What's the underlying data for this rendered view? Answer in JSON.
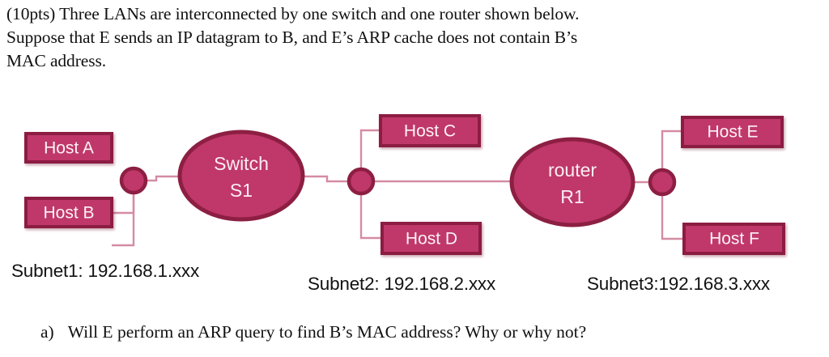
{
  "problem": {
    "lines": [
      "(10pts) Three LANs are interconnected by one switch and one router shown below.",
      "Suppose that E sends an IP datagram to B, and E’s ARP cache does not contain B’s",
      "MAC address."
    ]
  },
  "diagram": {
    "hosts": [
      {
        "id": "host-a",
        "label": "Host A"
      },
      {
        "id": "host-b",
        "label": "Host B"
      },
      {
        "id": "host-c",
        "label": "Host C"
      },
      {
        "id": "host-d",
        "label": "Host D"
      },
      {
        "id": "host-e",
        "label": "Host E"
      },
      {
        "id": "host-f",
        "label": "Host F"
      }
    ],
    "switch": {
      "line1": "Switch",
      "line2": "S1"
    },
    "router": {
      "line1": "router",
      "line2": "R1"
    },
    "colors": {
      "node_fill": "#c0376a",
      "node_border": "#8c1f42",
      "link": "#d58ba5",
      "label_text": "#fdf3f6"
    }
  },
  "subnets": [
    {
      "id": "subnet1",
      "label": "Subnet1: 192.168.1.xxx"
    },
    {
      "id": "subnet2",
      "label": "Subnet2: 192.168.2.xxx"
    },
    {
      "id": "subnet3",
      "label": "Subnet3:192.168.3.xxx"
    }
  ],
  "question": {
    "marker": "a)",
    "text": "Will E perform an ARP query to find B’s MAC address? Why or why not?"
  }
}
